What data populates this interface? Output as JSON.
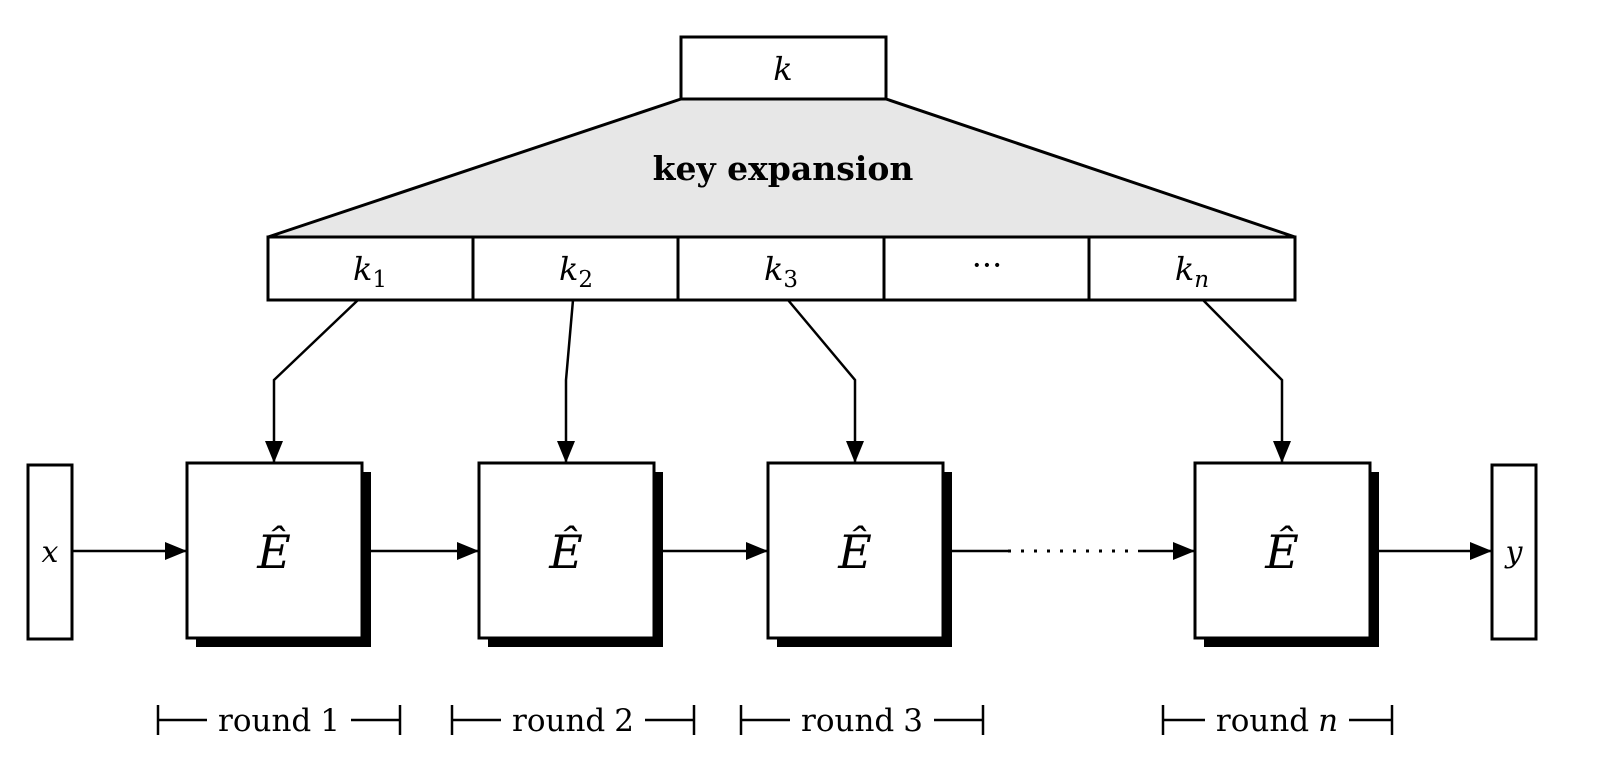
{
  "diagram": {
    "colors": {
      "ink": "#000000",
      "trapezoid_fill": "#e7e7e7",
      "box_fill": "#ffffff"
    },
    "master_key": {
      "label": "k"
    },
    "key_expansion": {
      "label": "key expansion"
    },
    "round_keys": [
      {
        "base": "k",
        "sub": "1"
      },
      {
        "base": "k",
        "sub": "2"
      },
      {
        "base": "k",
        "sub": "3"
      },
      {
        "base": "···",
        "sub": ""
      },
      {
        "base": "k",
        "sub": "n"
      }
    ],
    "round_functions": [
      {
        "label": "Ê"
      },
      {
        "label": "Ê"
      },
      {
        "label": "Ê"
      },
      {
        "label": "Ê"
      }
    ],
    "input": {
      "label": "x"
    },
    "output": {
      "label": "y"
    },
    "round_brackets": [
      {
        "text": "round",
        "index": "1"
      },
      {
        "text": "round",
        "index": "2"
      },
      {
        "text": "round",
        "index": "3"
      },
      {
        "text": "round",
        "index": "n"
      }
    ]
  }
}
